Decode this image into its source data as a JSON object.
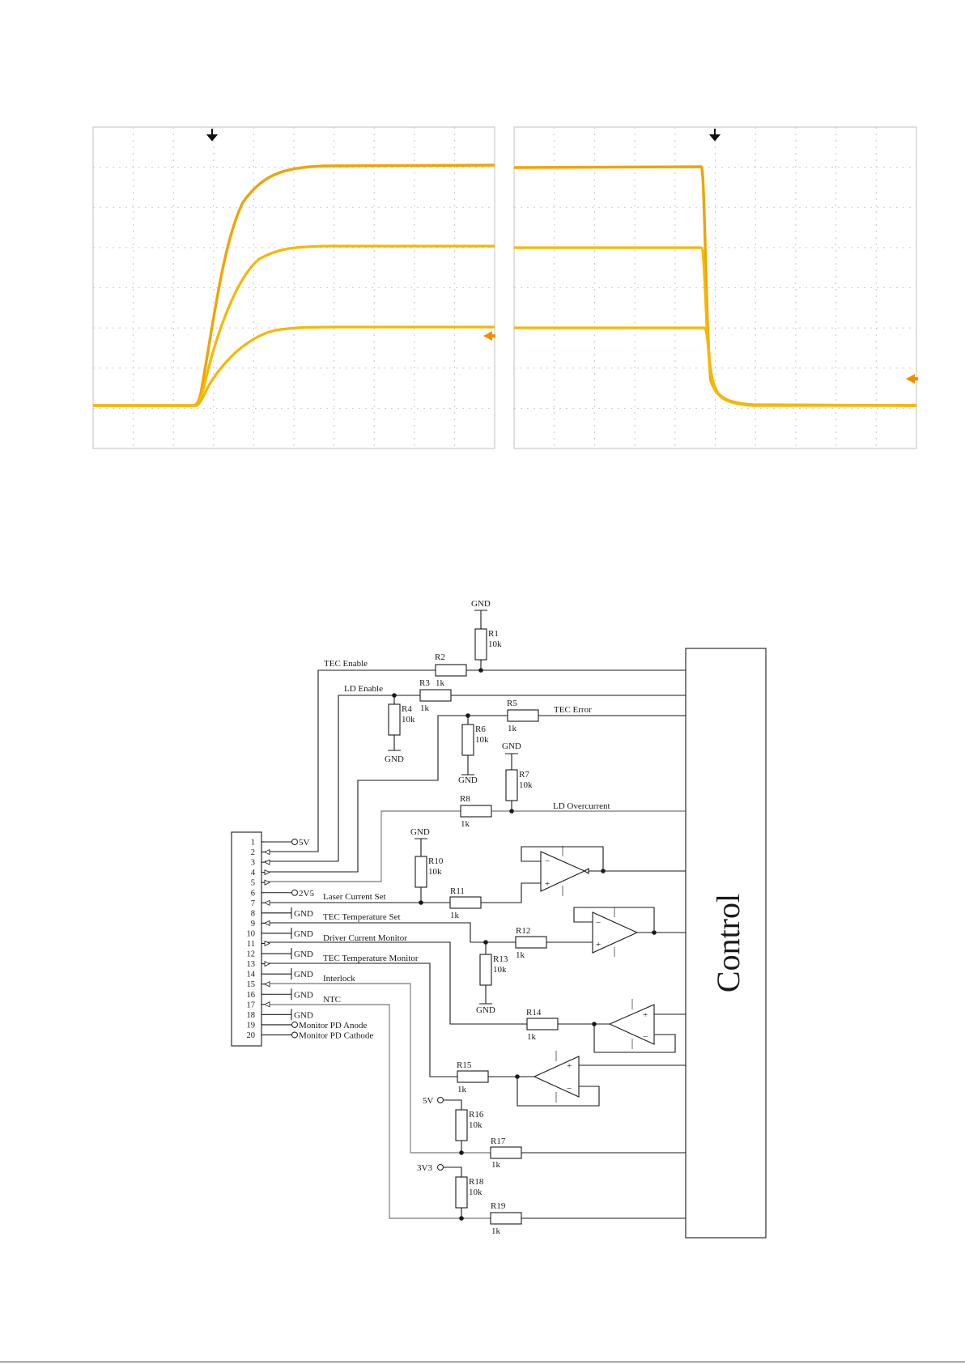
{
  "colors": {
    "trace": "#f5b800",
    "trace_dark": "#f0a400",
    "marker": "#ef8f00",
    "grid": "#c9c9c9",
    "ink": "#1a1a1a"
  },
  "scope_left": {
    "trigger_marker_icon": "down-arrow-icon",
    "level_marker_icon": "left-arrow-icon",
    "levels": [
      0.84,
      0.6,
      0.35
    ],
    "edge": "rising"
  },
  "scope_right": {
    "trigger_marker_icon": "down-arrow-icon",
    "level_marker_icon": "left-arrow-icon",
    "levels": [
      0.84,
      0.6,
      0.35
    ],
    "edge": "falling"
  },
  "schematic": {
    "control_label": "Control",
    "connector_pins": [
      {
        "num": "1",
        "label": "5V",
        "kind": "supply"
      },
      {
        "num": "2",
        "label": "",
        "kind": "in"
      },
      {
        "num": "3",
        "label": "",
        "kind": "in"
      },
      {
        "num": "4",
        "label": "",
        "kind": "out"
      },
      {
        "num": "5",
        "label": "",
        "kind": "out"
      },
      {
        "num": "6",
        "label": "2V5",
        "kind": "supply"
      },
      {
        "num": "7",
        "label": "",
        "kind": "in"
      },
      {
        "num": "8",
        "label": "GND",
        "kind": "gnd"
      },
      {
        "num": "9",
        "label": "",
        "kind": "in"
      },
      {
        "num": "10",
        "label": "GND",
        "kind": "gnd"
      },
      {
        "num": "11",
        "label": "",
        "kind": "out"
      },
      {
        "num": "12",
        "label": "GND",
        "kind": "gnd"
      },
      {
        "num": "13",
        "label": "",
        "kind": "out"
      },
      {
        "num": "14",
        "label": "GND",
        "kind": "gnd"
      },
      {
        "num": "15",
        "label": "",
        "kind": "in"
      },
      {
        "num": "16",
        "label": "GND",
        "kind": "gnd"
      },
      {
        "num": "17",
        "label": "",
        "kind": "in"
      },
      {
        "num": "18",
        "label": "GND",
        "kind": "gnd"
      },
      {
        "num": "19",
        "label": "Monitor PD Anode",
        "kind": "supply"
      },
      {
        "num": "20",
        "label": "Monitor PD Cathode",
        "kind": "supply"
      }
    ],
    "net_labels": {
      "tec_enable": "TEC Enable",
      "ld_enable": "LD Enable",
      "tec_error": "TEC Error",
      "ld_overcurrent": "LD Overcurrent",
      "laser_current_set": "Laser Current Set",
      "tec_temperature_set": "TEC Temperature Set",
      "driver_current_monitor": "Driver Current Monitor",
      "tec_temperature_monitor": "TEC Temperature Monitor",
      "interlock": "Interlock",
      "ntc": "NTC"
    },
    "resistors": {
      "R1": {
        "name": "R1",
        "value": "10k"
      },
      "R2": {
        "name": "R2",
        "value": "1k"
      },
      "R3": {
        "name": "R3",
        "value": "1k"
      },
      "R4": {
        "name": "R4",
        "value": "10k"
      },
      "R5": {
        "name": "R5",
        "value": "1k"
      },
      "R6": {
        "name": "R6",
        "value": "10k"
      },
      "R7": {
        "name": "R7",
        "value": "10k"
      },
      "R8": {
        "name": "R8",
        "value": "1k"
      },
      "R10": {
        "name": "R10",
        "value": "10k"
      },
      "R11": {
        "name": "R11",
        "value": "1k"
      },
      "R12": {
        "name": "R12",
        "value": "1k"
      },
      "R13": {
        "name": "R13",
        "value": "10k"
      },
      "R14": {
        "name": "R14",
        "value": "1k"
      },
      "R15": {
        "name": "R15",
        "value": "1k"
      },
      "R16": {
        "name": "R16",
        "value": "10k"
      },
      "R17": {
        "name": "R17",
        "value": "1k"
      },
      "R18": {
        "name": "R18",
        "value": "10k"
      },
      "R19": {
        "name": "R19",
        "value": "1k"
      }
    },
    "supplies": {
      "gnd": "GND",
      "v5": "5V",
      "v3v3": "3V3"
    },
    "opamp_signs": {
      "minus": "−",
      "plus": "+"
    }
  }
}
